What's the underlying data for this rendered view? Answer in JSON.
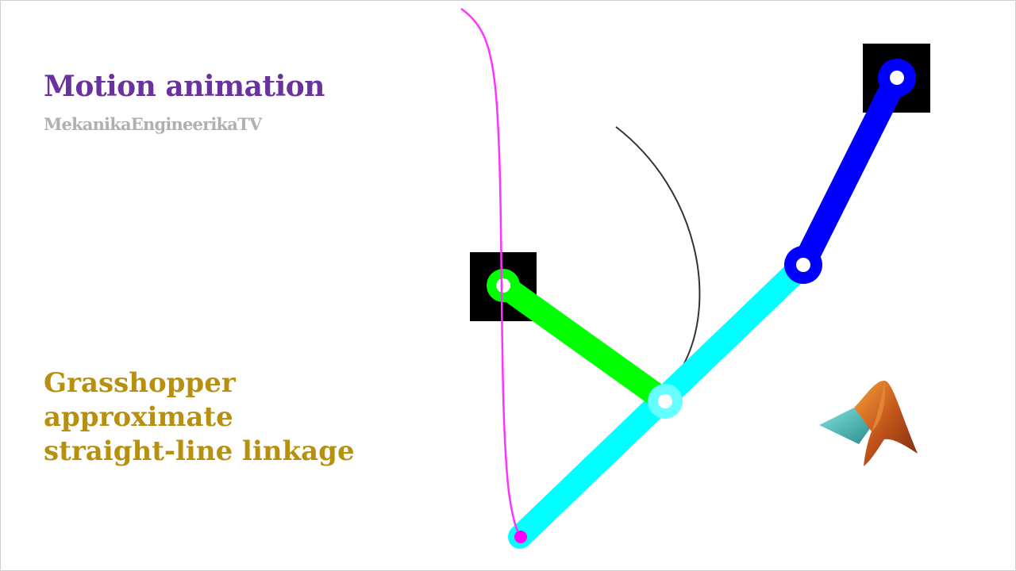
{
  "header": {
    "title": "Motion animation",
    "channel": "MekanikaEngineerikaTV"
  },
  "subtitle": {
    "lines": [
      "Grasshopper",
      "approximate",
      "straight-line linkage"
    ]
  },
  "colors": {
    "title": "#6a329f",
    "channel": "#b0b0b0",
    "subtitle": "#b8900f",
    "crank_link": "#00ff00",
    "coupler_link": "#00ffff",
    "rocker_link": "#0000ff",
    "coupler_path": "#ff00ff",
    "joint_path": "#333333",
    "ground_block": "#000000"
  },
  "icons": {
    "logo": "matlab-membrane-logo-icon"
  }
}
